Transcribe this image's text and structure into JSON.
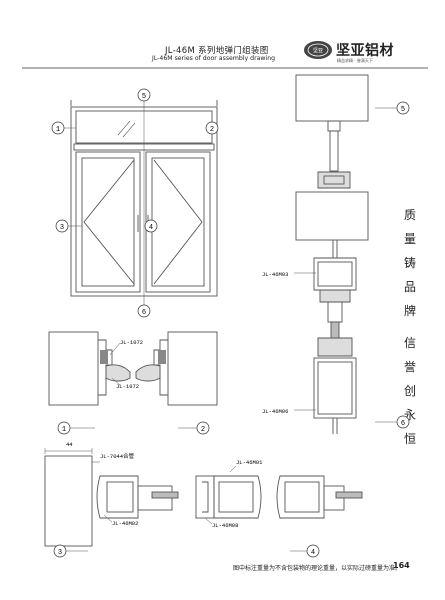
{
  "header": {
    "title": "JL-46M 系列地弹门组装图",
    "subtitle": "JL-46M series of door assembly drawing",
    "brand_name": "坚亚铝材",
    "brand_tagline": "精益求精 · 誉满天下",
    "logo_emblem_text": "坚亚"
  },
  "slogan": [
    "质",
    "量",
    "铸",
    "品",
    "牌",
    "信",
    "誉",
    "创",
    "永",
    "恒"
  ],
  "callouts": {
    "c1": "1",
    "c2": "2",
    "c3": "3",
    "c4": "4",
    "c5": "5",
    "c6": "6"
  },
  "profiles": {
    "p_1072a": "JL-1072",
    "p_1072b": "JL-1072",
    "p_7044": "JL-7044合管",
    "p_46m02": "JL-46M02",
    "p_46m01": "JL-46M01",
    "p_46m08": "JL-46M08",
    "p_46m03": "JL-46M03",
    "p_46m06": "JL-46M06"
  },
  "dimension": "44",
  "footer": {
    "note": "图中标注重量为不含包装物的理论重量，以实际过磅重量为准。",
    "page_number": "164"
  }
}
